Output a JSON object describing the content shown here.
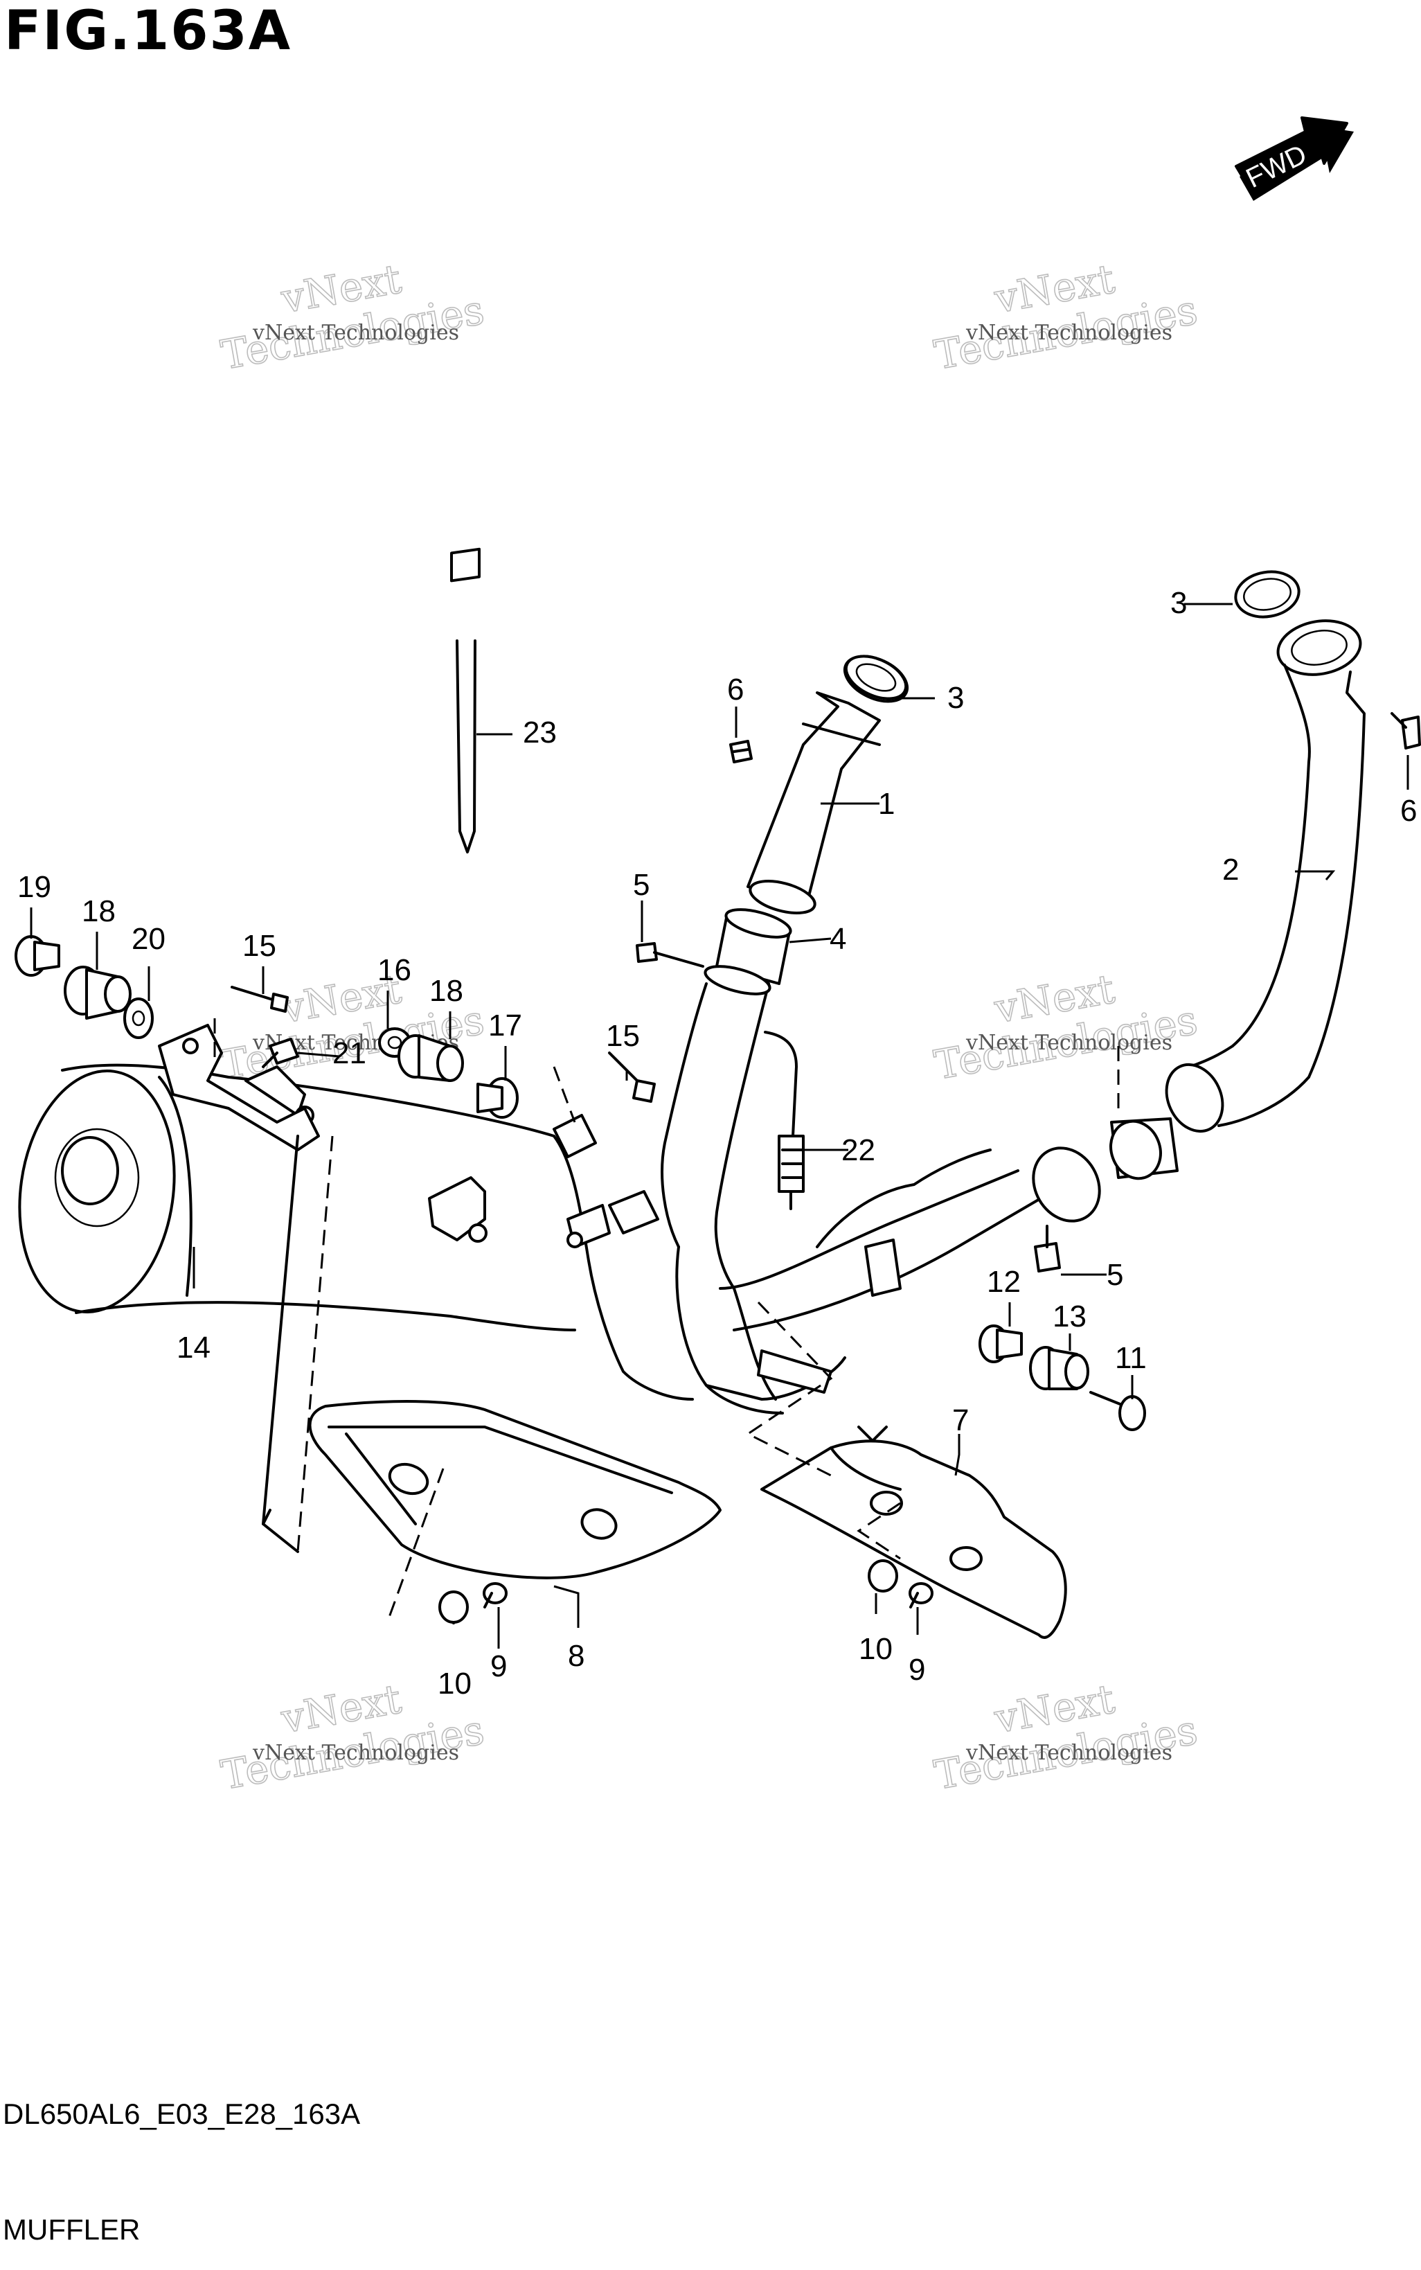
{
  "figure": {
    "title": "FIG.163A",
    "model_code": "DL650AL6_E03_E28_163A",
    "section_name": "MUFFLER",
    "direction_label": "FWD"
  },
  "watermark": {
    "line_small": "vNext Technologies",
    "line_large_1": "vNext",
    "line_large_2": "Technologies"
  },
  "callouts": [
    {
      "id": "c1",
      "label": "1"
    },
    {
      "id": "c2",
      "label": "2"
    },
    {
      "id": "c3a",
      "label": "3"
    },
    {
      "id": "c3b",
      "label": "3"
    },
    {
      "id": "c4",
      "label": "4"
    },
    {
      "id": "c5a",
      "label": "5"
    },
    {
      "id": "c5b",
      "label": "5"
    },
    {
      "id": "c6a",
      "label": "6"
    },
    {
      "id": "c6b",
      "label": "6"
    },
    {
      "id": "c7",
      "label": "7"
    },
    {
      "id": "c8",
      "label": "8"
    },
    {
      "id": "c9a",
      "label": "9"
    },
    {
      "id": "c9b",
      "label": "9"
    },
    {
      "id": "c10a",
      "label": "10"
    },
    {
      "id": "c10b",
      "label": "10"
    },
    {
      "id": "c11",
      "label": "11"
    },
    {
      "id": "c12",
      "label": "12"
    },
    {
      "id": "c13",
      "label": "13"
    },
    {
      "id": "c14",
      "label": "14"
    },
    {
      "id": "c15a",
      "label": "15"
    },
    {
      "id": "c15b",
      "label": "15"
    },
    {
      "id": "c16",
      "label": "16"
    },
    {
      "id": "c17",
      "label": "17"
    },
    {
      "id": "c18a",
      "label": "18"
    },
    {
      "id": "c18b",
      "label": "18"
    },
    {
      "id": "c19",
      "label": "19"
    },
    {
      "id": "c20",
      "label": "20"
    },
    {
      "id": "c21",
      "label": "21"
    },
    {
      "id": "c22",
      "label": "22"
    },
    {
      "id": "c23",
      "label": "23"
    }
  ]
}
